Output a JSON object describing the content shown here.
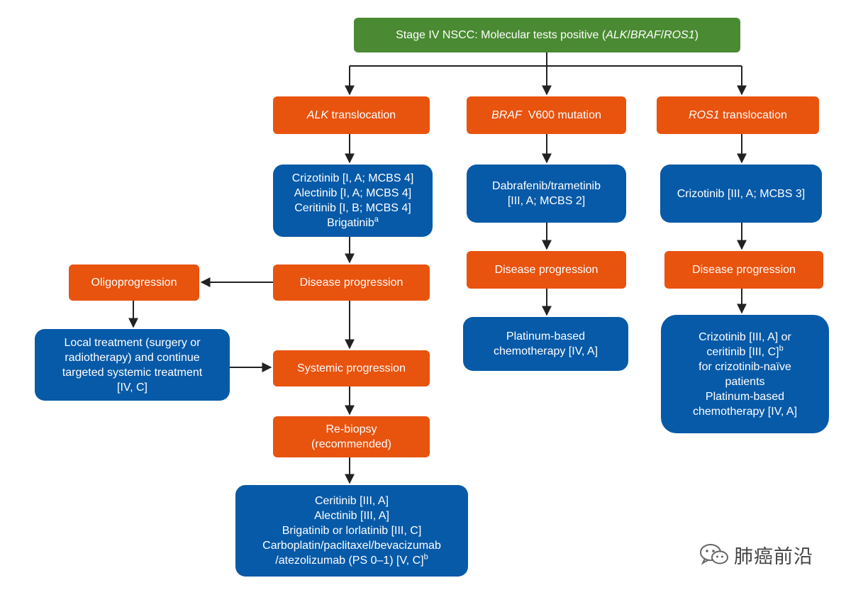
{
  "top": {
    "prefix": "Stage IV NSCC: Molecular tests positive (",
    "g1": "ALK",
    "s1": "/",
    "g2": "BRAF",
    "s2": "/",
    "g3": "ROS1",
    "suffix": ")"
  },
  "alk": {
    "header_gene": "ALK",
    "header_rest": " translocation",
    "treat": [
      "Crizotinib [I, A; MCBS 4]",
      "Alectinib [I, A; MCBS 4]",
      "Ceritinib [I, B; MCBS 4]"
    ],
    "treat_last": "Brigatinib",
    "treat_last_sup": "a",
    "progression": "Disease progression",
    "oligo": "Oligoprogression",
    "local": [
      "Local treatment (surgery or",
      "radiotherapy) and continue",
      "targeted systemic treatment",
      "[IV, C]"
    ],
    "systemic": "Systemic progression",
    "rebiopsy": [
      "Re-biopsy",
      "(recommended)"
    ],
    "second": [
      "Ceritinib [III, A]",
      "Alectinib [III, A]",
      "Brigatinib or lorlatinib [III, C]",
      "Carboplatin/paclitaxel/bevacizumab"
    ],
    "second_last": "/atezolizumab (PS 0–1) [V, C]",
    "second_last_sup": "b"
  },
  "braf": {
    "header_gene": "BRAF",
    "header_rest": "  V600 mutation",
    "treat": [
      "Dabrafenib/trametinib",
      "[III, A; MCBS 2]"
    ],
    "progression": "Disease progression",
    "chemo": [
      "Platinum-based",
      "chemotherapy [IV, A]"
    ]
  },
  "ros1": {
    "header_gene": "ROS1",
    "header_rest": " translocation",
    "treat": "Crizotinib [III, A; MCBS 3]",
    "progression": "Disease progression",
    "next_l1": "Crizotinib [III, A] or",
    "next_l2": "ceritinib [III, C]",
    "next_l2_sup": "b",
    "next_rest": [
      "for crizotinib-naïve",
      "patients",
      "Platinum-based",
      "chemotherapy [IV, A]"
    ]
  },
  "watermark": {
    "text": "肺癌前沿",
    "icon": "wechat-icon"
  },
  "colors": {
    "green": "#4a8a32",
    "orange": "#e8530e",
    "blue": "#075aa8",
    "line": "#222222"
  }
}
